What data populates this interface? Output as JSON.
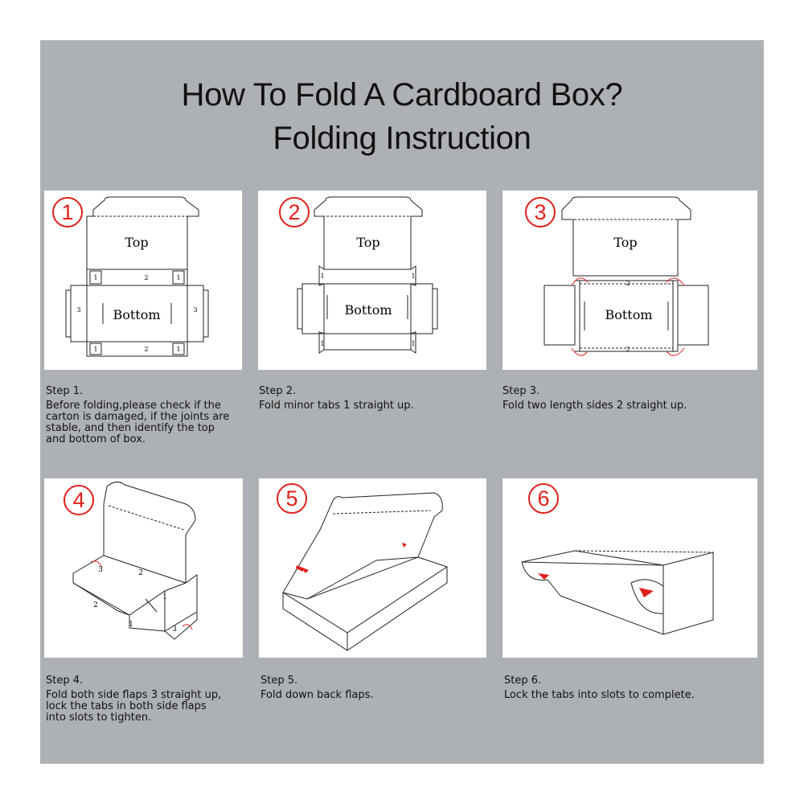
{
  "title": {
    "line1": "How To Fold A Cardboard Box?",
    "line2": "Folding Instruction"
  },
  "diagram_labels": {
    "top": "Top",
    "bottom": "Bottom",
    "tab1": "1",
    "side2": "2",
    "flap3": "3"
  },
  "steps": [
    {
      "number": "1",
      "heading": "Step 1.",
      "text": "Before folding,please check if the\ncarton is damaged, if the joints are\nstable, and then identify the top\nand bottom of box."
    },
    {
      "number": "2",
      "heading": "Step 2.",
      "text": "Fold minor tabs 1 straight up."
    },
    {
      "number": "3",
      "heading": "Step 3.",
      "text": "Fold two length sides 2 straight up."
    },
    {
      "number": "4",
      "heading": "Step 4.",
      "text": "Fold both side flaps 3 straight up,\nlock the tabs in both side flaps\ninto slots to tighten."
    },
    {
      "number": "5",
      "heading": "Step 5.",
      "text": "Fold down back flaps."
    },
    {
      "number": "6",
      "heading": "Step 6.",
      "text": "Lock the tabs into slots to complete."
    }
  ],
  "colors": {
    "background": "#adb1b5",
    "panel": "#ffffff",
    "accent": "#e0201c"
  }
}
